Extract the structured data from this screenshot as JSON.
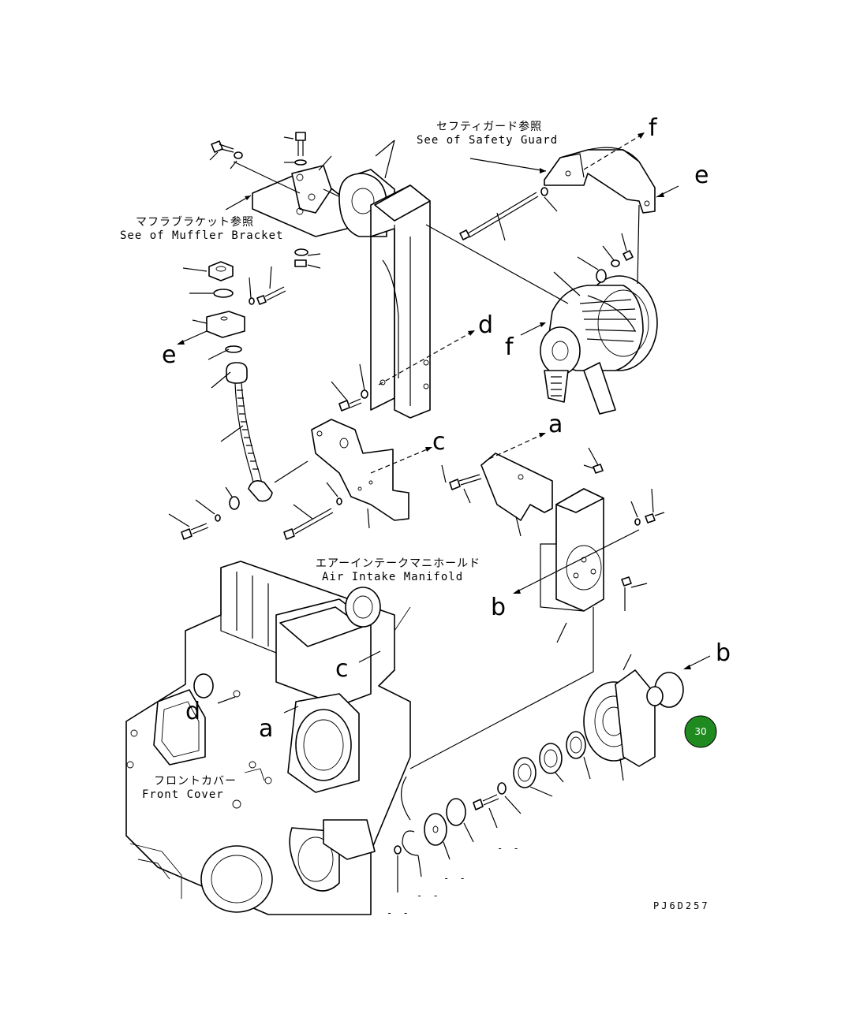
{
  "notes": {
    "safety_guard_jp": "セフティガード参照",
    "safety_guard_en": "See of Safety Guard",
    "muffler_bracket_jp": "マフラブラケット参照",
    "muffler_bracket_en": "See of Muffler Bracket",
    "air_intake_jp": "エアーインテークマニホールド",
    "air_intake_en": "Air Intake Manifold",
    "front_cover_jp": "フロントカバー",
    "front_cover_en": "Front Cover"
  },
  "refs": {
    "a": "a",
    "b": "b",
    "c": "c",
    "d": "d",
    "e": "e",
    "f": "f"
  },
  "drawing_code": "PJ6D257",
  "badge": {
    "number": "30",
    "color": "#1f8a1f"
  }
}
